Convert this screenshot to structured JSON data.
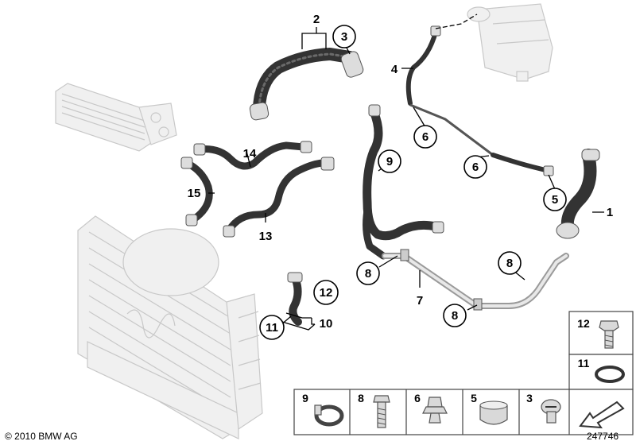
{
  "callouts": {
    "c1": "1",
    "c2": "2",
    "c3": "3",
    "c4": "4",
    "c5": "5",
    "c6a": "6",
    "c6b": "6",
    "c7": "7",
    "c8a": "8",
    "c8b": "8",
    "c8c": "8",
    "c9": "9",
    "c10": "10",
    "c11": "11",
    "c12": "12",
    "c13": "13",
    "c14": "14",
    "c15": "15"
  },
  "legend": {
    "items": [
      {
        "label": "9",
        "icon": "hose-clamp-icon"
      },
      {
        "label": "8",
        "icon": "bolt-icon"
      },
      {
        "label": "6",
        "icon": "push-clip-icon"
      },
      {
        "label": "5",
        "icon": "spring-clip-icon"
      },
      {
        "label": "3",
        "icon": "plug-icon"
      },
      {
        "label": "",
        "icon": "arrow-left-down-icon"
      }
    ],
    "side": [
      {
        "label": "12",
        "icon": "torx-screw-icon"
      },
      {
        "label": "11",
        "icon": "o-ring-icon"
      }
    ]
  },
  "footer": {
    "copyright": "© 2010 BMW AG",
    "diagram_number": "247746"
  },
  "colors": {
    "hose": "#333333",
    "outline": "#000000",
    "ghost": "#c8c8c8"
  }
}
